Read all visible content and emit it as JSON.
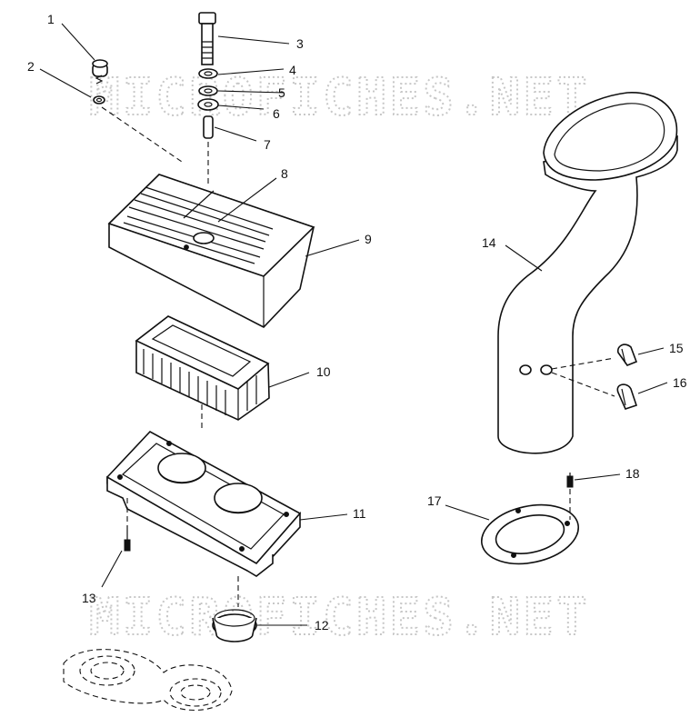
{
  "watermark": {
    "text_top": "MICROFICHES.NET",
    "text_bottom": "MICROFICHES.NET"
  },
  "callouts": [
    {
      "id": "1",
      "label": "1",
      "part": "cap"
    },
    {
      "id": "2",
      "label": "2",
      "part": "washer"
    },
    {
      "id": "3",
      "label": "3",
      "part": "bolt"
    },
    {
      "id": "4",
      "label": "4",
      "part": "spring"
    },
    {
      "id": "5",
      "label": "5",
      "part": "washer"
    },
    {
      "id": "6",
      "label": "6",
      "part": "grommet"
    },
    {
      "id": "7",
      "label": "7",
      "part": "spacer"
    },
    {
      "id": "8",
      "label": "8",
      "part": "cover-hole"
    },
    {
      "id": "9",
      "label": "9",
      "part": "airbox-cover"
    },
    {
      "id": "10",
      "label": "10",
      "part": "filter"
    },
    {
      "id": "11",
      "label": "11",
      "part": "airbox-base"
    },
    {
      "id": "12",
      "label": "12",
      "part": "boot"
    },
    {
      "id": "13",
      "label": "13",
      "part": "screw"
    },
    {
      "id": "14",
      "label": "14",
      "part": "intake-duct"
    },
    {
      "id": "15",
      "label": "15",
      "part": "clip"
    },
    {
      "id": "16",
      "label": "16",
      "part": "clip"
    },
    {
      "id": "17",
      "label": "17",
      "part": "trim-ring"
    },
    {
      "id": "18",
      "label": "18",
      "part": "screw"
    }
  ]
}
